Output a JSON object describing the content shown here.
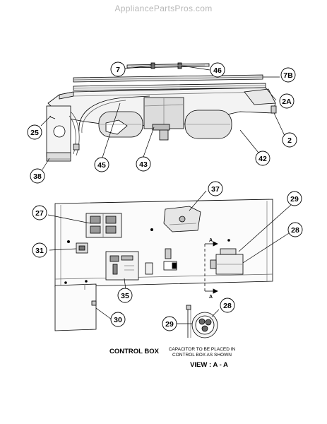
{
  "watermark": "AppliancePartsPros.com",
  "labels": {
    "control_box": "CONTROL BOX",
    "capacitor_note_line1": "CAPACITOR TO BE PLACED IN",
    "capacitor_note_line2": "CONTROL BOX AS SHOWN",
    "view": "VIEW : A - A",
    "section_mark": "A"
  },
  "callouts": {
    "c7": "7",
    "c46": "46",
    "c7b": "7B",
    "c2a": "2A",
    "c2": "2",
    "c25": "25",
    "c45": "45",
    "c43": "43",
    "c42": "42",
    "c38": "38",
    "c37": "37",
    "c29_top": "29",
    "c27": "27",
    "c28_top": "28",
    "c31": "31",
    "c35": "35",
    "c30": "30",
    "c28_bottom": "28",
    "c29_bottom": "29"
  }
}
